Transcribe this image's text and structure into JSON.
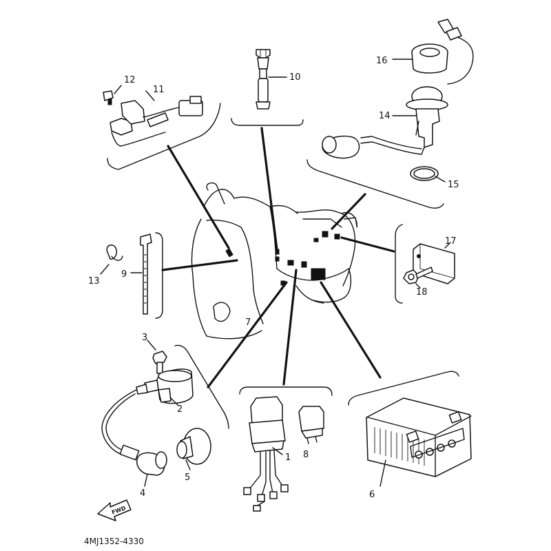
{
  "labels": {
    "p1": "1",
    "p2": "2",
    "p3": "3",
    "p4": "4",
    "p5": "5",
    "p6": "6",
    "p7": "7",
    "p8": "8",
    "p9": "9",
    "p10": "10",
    "p11": "11",
    "p12": "12",
    "p13": "13",
    "p14": "14",
    "p15": "15",
    "p16": "16",
    "p17": "17",
    "p18": "18"
  },
  "footer": {
    "code": "4MJ1352-4330",
    "fwd_badge": "FWD"
  },
  "icons": [
    "scooter-outline",
    "battery",
    "ignition-coil",
    "fuel-sender-unit",
    "fwd-arrow"
  ]
}
